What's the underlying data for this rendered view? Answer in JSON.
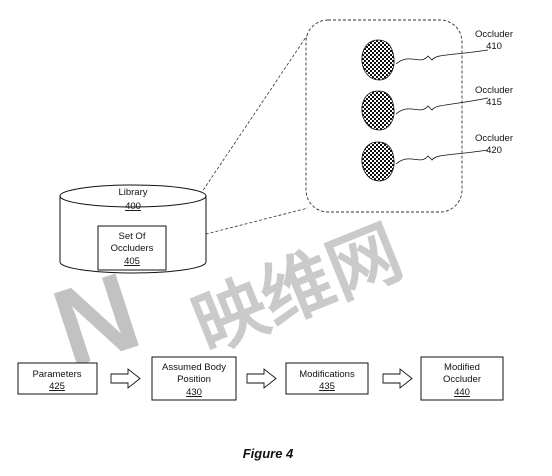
{
  "library": {
    "label": "Library",
    "number": "400"
  },
  "occluder_set": {
    "line1": "Set Of",
    "line2": "Occluders",
    "number": "405"
  },
  "occluders": [
    {
      "label": "Occluder",
      "number": "410"
    },
    {
      "label": "Occluder",
      "number": "415"
    },
    {
      "label": "Occluder",
      "number": "420"
    }
  ],
  "flow": [
    {
      "line1": "Parameters",
      "line2": "",
      "number": "425"
    },
    {
      "line1": "Assumed Body",
      "line2": "Position",
      "number": "430"
    },
    {
      "line1": "Modifications",
      "line2": "",
      "number": "435"
    },
    {
      "line1": "Modified",
      "line2": "Occluder",
      "number": "440"
    }
  ],
  "figure_caption": "Figure 4",
  "watermark": "映维网",
  "colors": {
    "stroke": "#000000",
    "watermark_red": "#e8a0a0",
    "watermark_blue": "#7fb2e3"
  }
}
